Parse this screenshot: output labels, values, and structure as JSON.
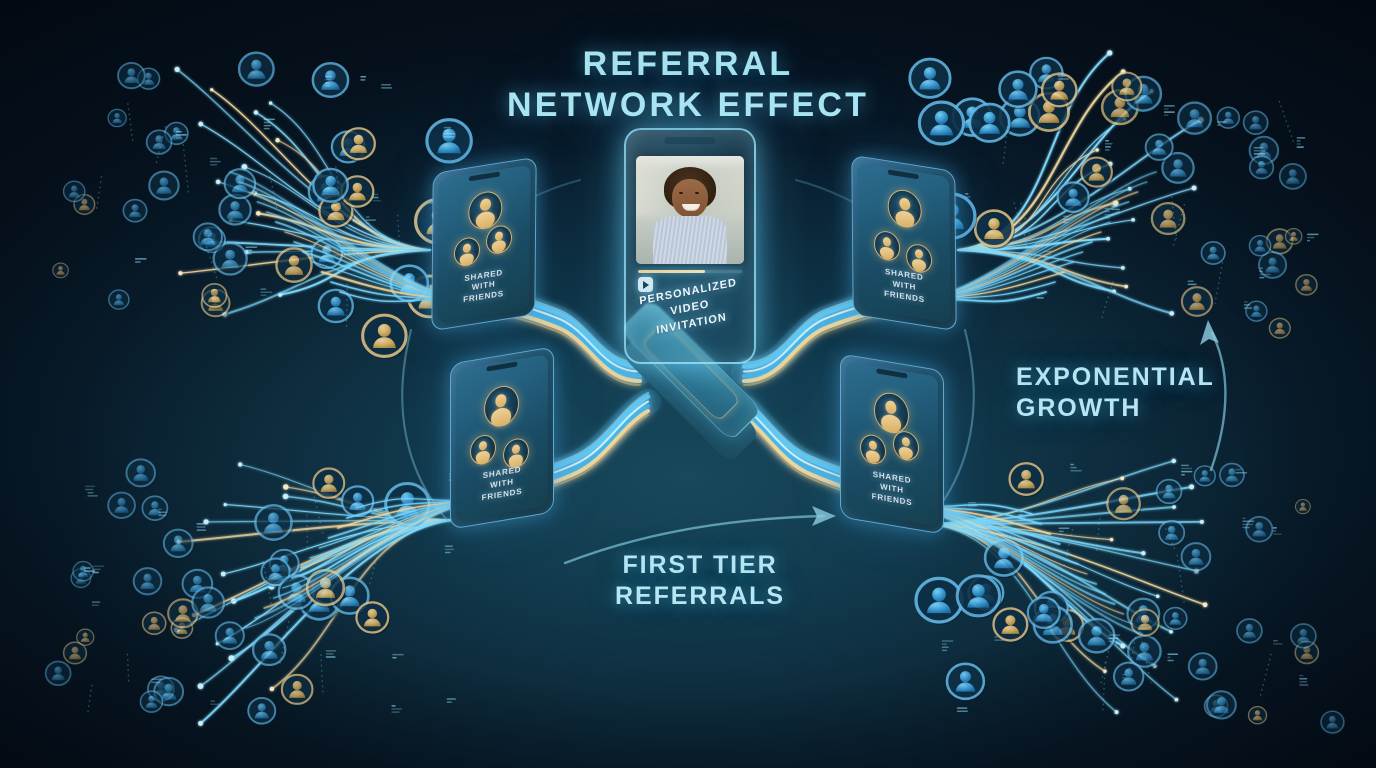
{
  "title": "REFERRAL\nNETWORK EFFECT",
  "labels": {
    "exponential_growth": "EXPONENTIAL\nGROWTH",
    "first_tier_referrals": "FIRST TIER\nREFERRALS"
  },
  "hero_phone": {
    "caption": "PERSONALIZED\nVIDEO\nINVITATION",
    "play_icon": "play-icon",
    "progress_percent": 64,
    "subject": "smiling-person-portrait"
  },
  "referral_phones": [
    {
      "id": "phone-tl",
      "position": "top-left",
      "caption": "SHARED\nWITH\nFRIENDS",
      "avatar_count": 3
    },
    {
      "id": "phone-tr",
      "position": "top-right",
      "caption": "SHARED\nWITH\nFRIENDS",
      "avatar_count": 3
    },
    {
      "id": "phone-bl",
      "position": "bottom-left",
      "caption": "SHARED\nWITH\nFRIENDS",
      "avatar_count": 3
    },
    {
      "id": "phone-br",
      "position": "bottom-right",
      "caption": "SHARED\nWITH\nFRIENDS",
      "avatar_count": 3
    }
  ],
  "colors": {
    "background_outer": "#06101c",
    "background_center": "#18485c",
    "title_text": "#a8e4f2",
    "accent_cyan": "#4fc3f0",
    "accent_gold": "#e8c87a",
    "avatar_blue": "#3d9fd8",
    "avatar_gold": "#e2b96a",
    "phone_frame": "#5fa9cf",
    "arc_stroke": "#6fb4cc"
  },
  "arrows": [
    {
      "name": "exponential-growth-arrow",
      "direction": "up",
      "side": "right"
    },
    {
      "name": "first-tier-arrow",
      "direction": "right",
      "side": "bottom"
    }
  ],
  "network_clusters": [
    {
      "name": "cluster-top-left",
      "avatars": 34,
      "fiber_lines": 16,
      "converges_to": "phone-tl"
    },
    {
      "name": "cluster-top-right",
      "avatars": 34,
      "fiber_lines": 16,
      "converges_to": "phone-tr"
    },
    {
      "name": "cluster-bottom-left",
      "avatars": 34,
      "fiber_lines": 16,
      "converges_to": "phone-bl"
    },
    {
      "name": "cluster-bottom-right",
      "avatars": 34,
      "fiber_lines": 16,
      "converges_to": "phone-br"
    }
  ]
}
